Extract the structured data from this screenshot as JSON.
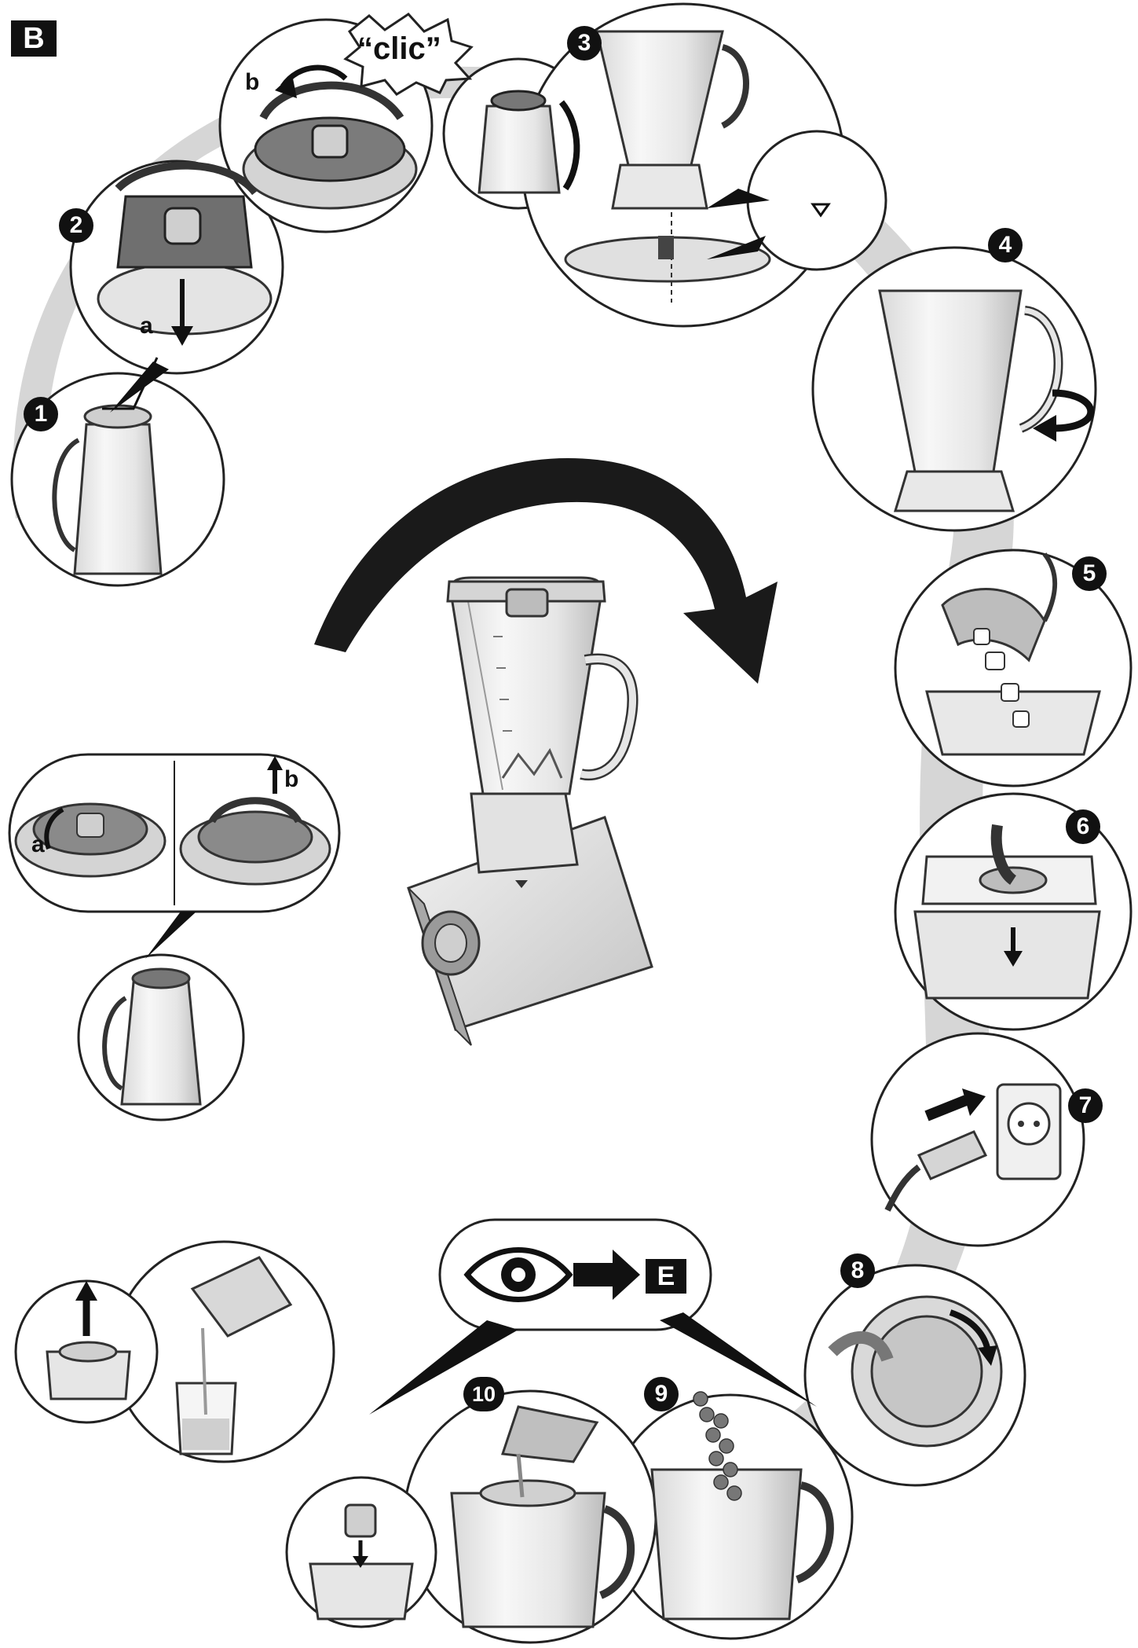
{
  "section_label": "B",
  "sound_label": "“clic”",
  "next_section_label": "E",
  "eye_icon": "eye-icon",
  "arrow_icon": "right-arrow-icon",
  "steps": {
    "s1": "1",
    "s2": "2",
    "s3": "3",
    "s4": "4",
    "s5": "5",
    "s6": "6",
    "s7": "7",
    "s8": "8",
    "s9": "9",
    "s10": "10"
  },
  "sub_labels": {
    "a": "a",
    "b": "b"
  },
  "colors": {
    "ink": "#111111",
    "ribbon": "#c9c9c9",
    "panel": "#ffffff"
  }
}
